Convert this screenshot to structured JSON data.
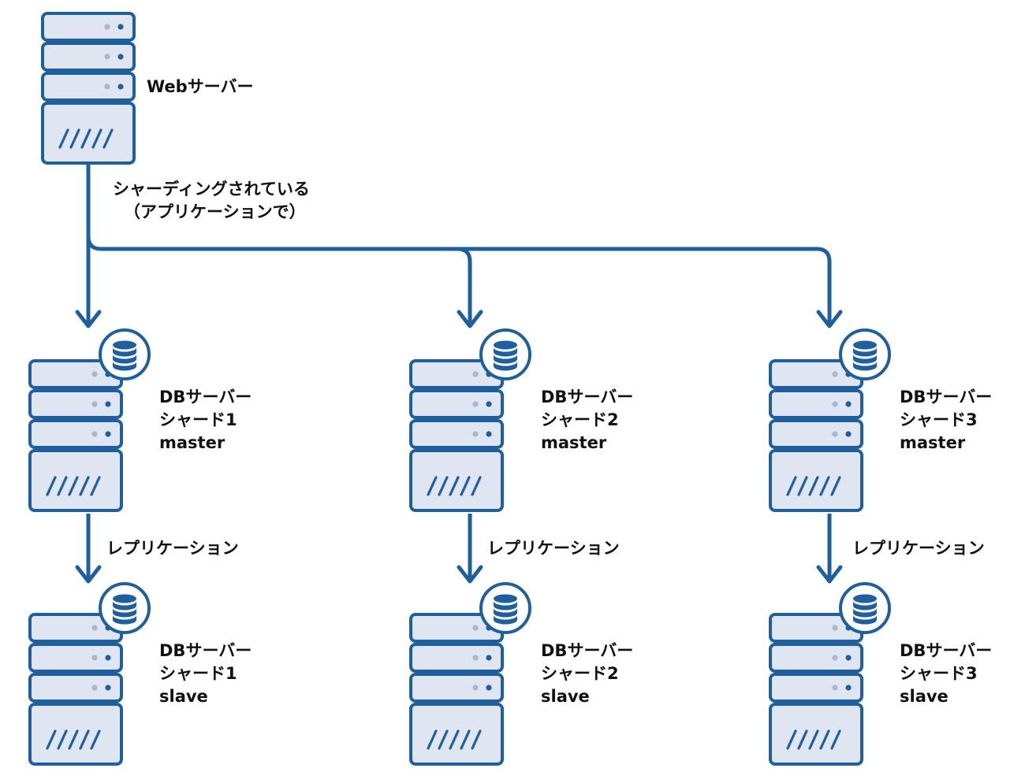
{
  "colors": {
    "stroke": "#1f5f9e",
    "fill": "#dfe5f1",
    "dot_light": "#a9b7cf",
    "text": "#111111"
  },
  "icons": {
    "server": "server-rack-icon",
    "database": "database-badge-icon"
  },
  "web_server": {
    "label": "Webサーバー"
  },
  "sharding": {
    "line1": "シャーディングされている",
    "line2": "（アプリケーションで）"
  },
  "shards": [
    {
      "master": {
        "line1": "DBサーバー",
        "line2": "シャード1",
        "line3": "master"
      },
      "replication": "レプリケーション",
      "slave": {
        "line1": "DBサーバー",
        "line2": "シャード1",
        "line3": "slave"
      }
    },
    {
      "master": {
        "line1": "DBサーバー",
        "line2": "シャード2",
        "line3": "master"
      },
      "replication": "レプリケーション",
      "slave": {
        "line1": "DBサーバー",
        "line2": "シャード2",
        "line3": "slave"
      }
    },
    {
      "master": {
        "line1": "DBサーバー",
        "line2": "シャード3",
        "line3": "master"
      },
      "replication": "レプリケーション",
      "slave": {
        "line1": "DBサーバー",
        "line2": "シャード3",
        "line3": "slave"
      }
    }
  ]
}
